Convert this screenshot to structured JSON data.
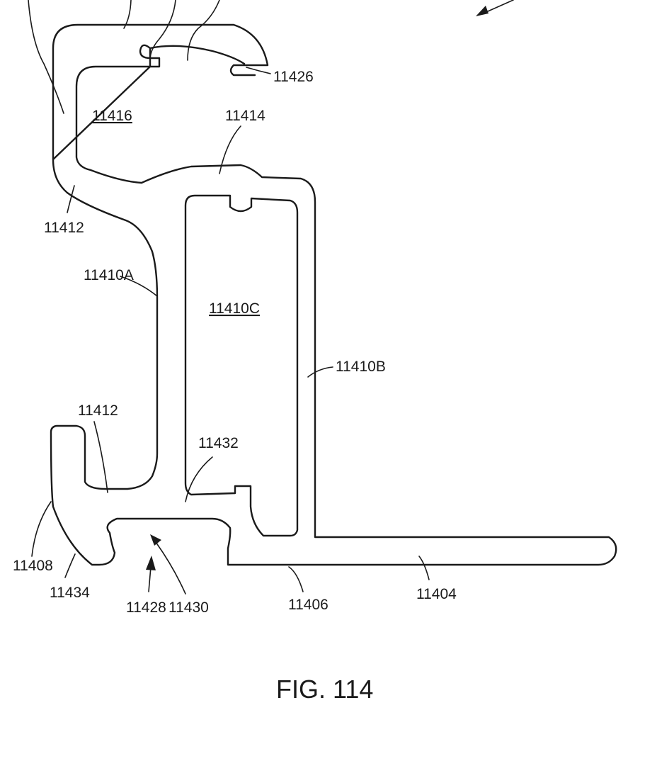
{
  "figure": {
    "caption": "FIG. 114"
  },
  "labels": {
    "r11426": "11426",
    "r11416": "11416",
    "r11414": "11414",
    "r11412_top": "11412",
    "r11410A": "11410A",
    "r11410C": "11410C",
    "r11410B": "11410B",
    "r11412_bottom": "11412",
    "r11432": "11432",
    "r11408": "11408",
    "r11434": "11434",
    "r11428": "11428",
    "r11430": "11430",
    "r11406": "11406",
    "r11404": "11404"
  }
}
